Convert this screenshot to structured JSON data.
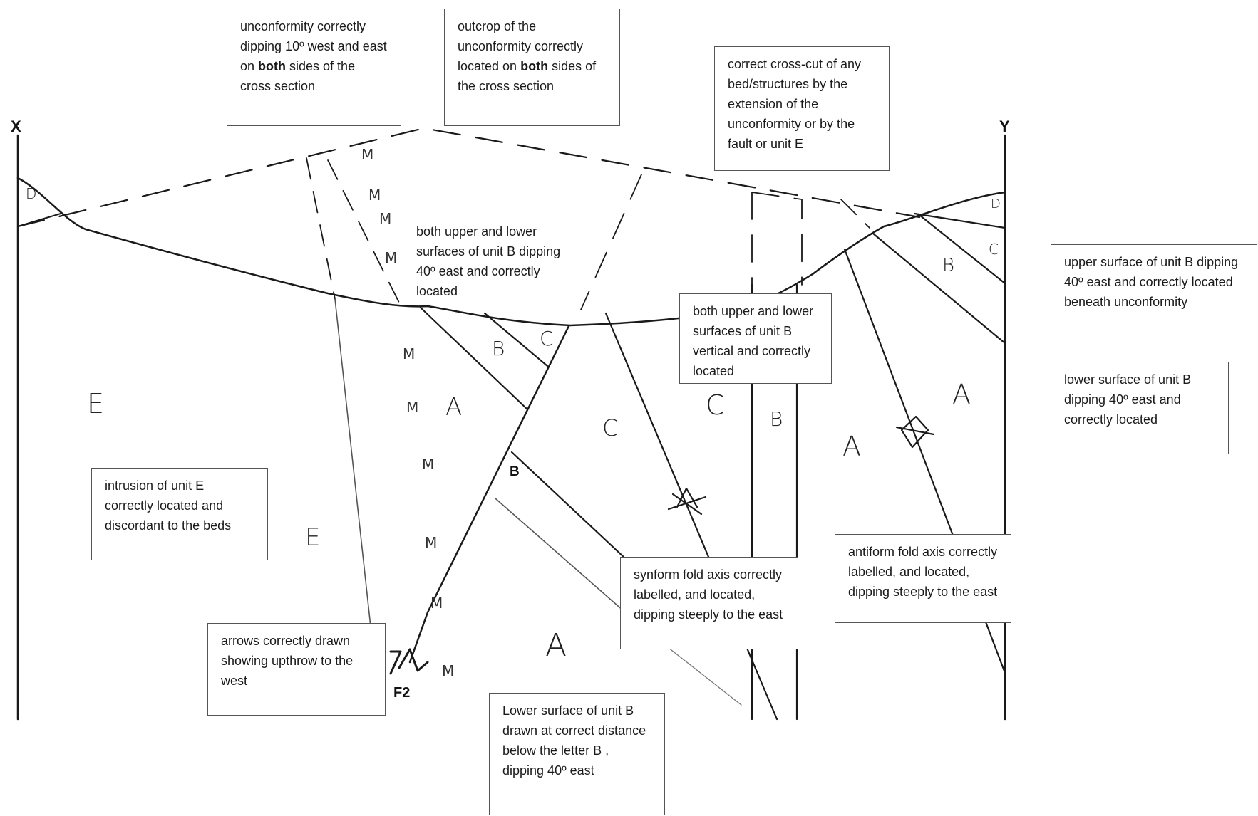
{
  "end_labels": {
    "west": "X",
    "east": "Y"
  },
  "fault_label": "F2",
  "fault_arrows_glyph": "7/L",
  "bed_marker_label": "B",
  "metamorphic_letter": "M",
  "unit_letters": {
    "e1": "E",
    "e2": "E",
    "a1": "A",
    "a2": "A",
    "a3": "A",
    "a4": "A",
    "b1": "B",
    "b2": "B",
    "b3": "B",
    "c1": "C",
    "c2": "C",
    "c3": "C",
    "c4": "C",
    "d1": "D",
    "d2": "D"
  },
  "notes": {
    "unconformity_dip": {
      "pre": "unconformity correctly dipping 10º west and east on ",
      "bold": "both",
      "post": " sides  of the cross section"
    },
    "outcrop": {
      "pre": "outcrop of the unconformity correctly located on ",
      "bold": "both",
      "post": " sides of  the cross section"
    },
    "cross_cut": "correct cross-cut of any bed/structures by the extension of the unconformity or by the fault or unit E",
    "unit_b_dipping": "both upper and lower surfaces of unit B dipping 40º east and correctly located",
    "unit_b_vertical": "both upper and lower surfaces of unit B vertical and correctly located",
    "upper_surface": "upper surface of unit B dipping 40º east and correctly located beneath unconformity",
    "lower_surface": "lower surface of  unit B dipping 40º east and correctly located",
    "intrusion": "intrusion of unit E correctly located and discordant to the beds",
    "arrows": "arrows correctly drawn showing upthrow to the west",
    "lower_surface_b": "Lower surface of unit B drawn at correct distance below the letter B , dipping 40º east",
    "synform": "synform fold axis correctly labelled, and located, dipping steeply to the east",
    "antiform": "antiform fold axis correctly labelled, and located, dipping steeply to the east"
  }
}
